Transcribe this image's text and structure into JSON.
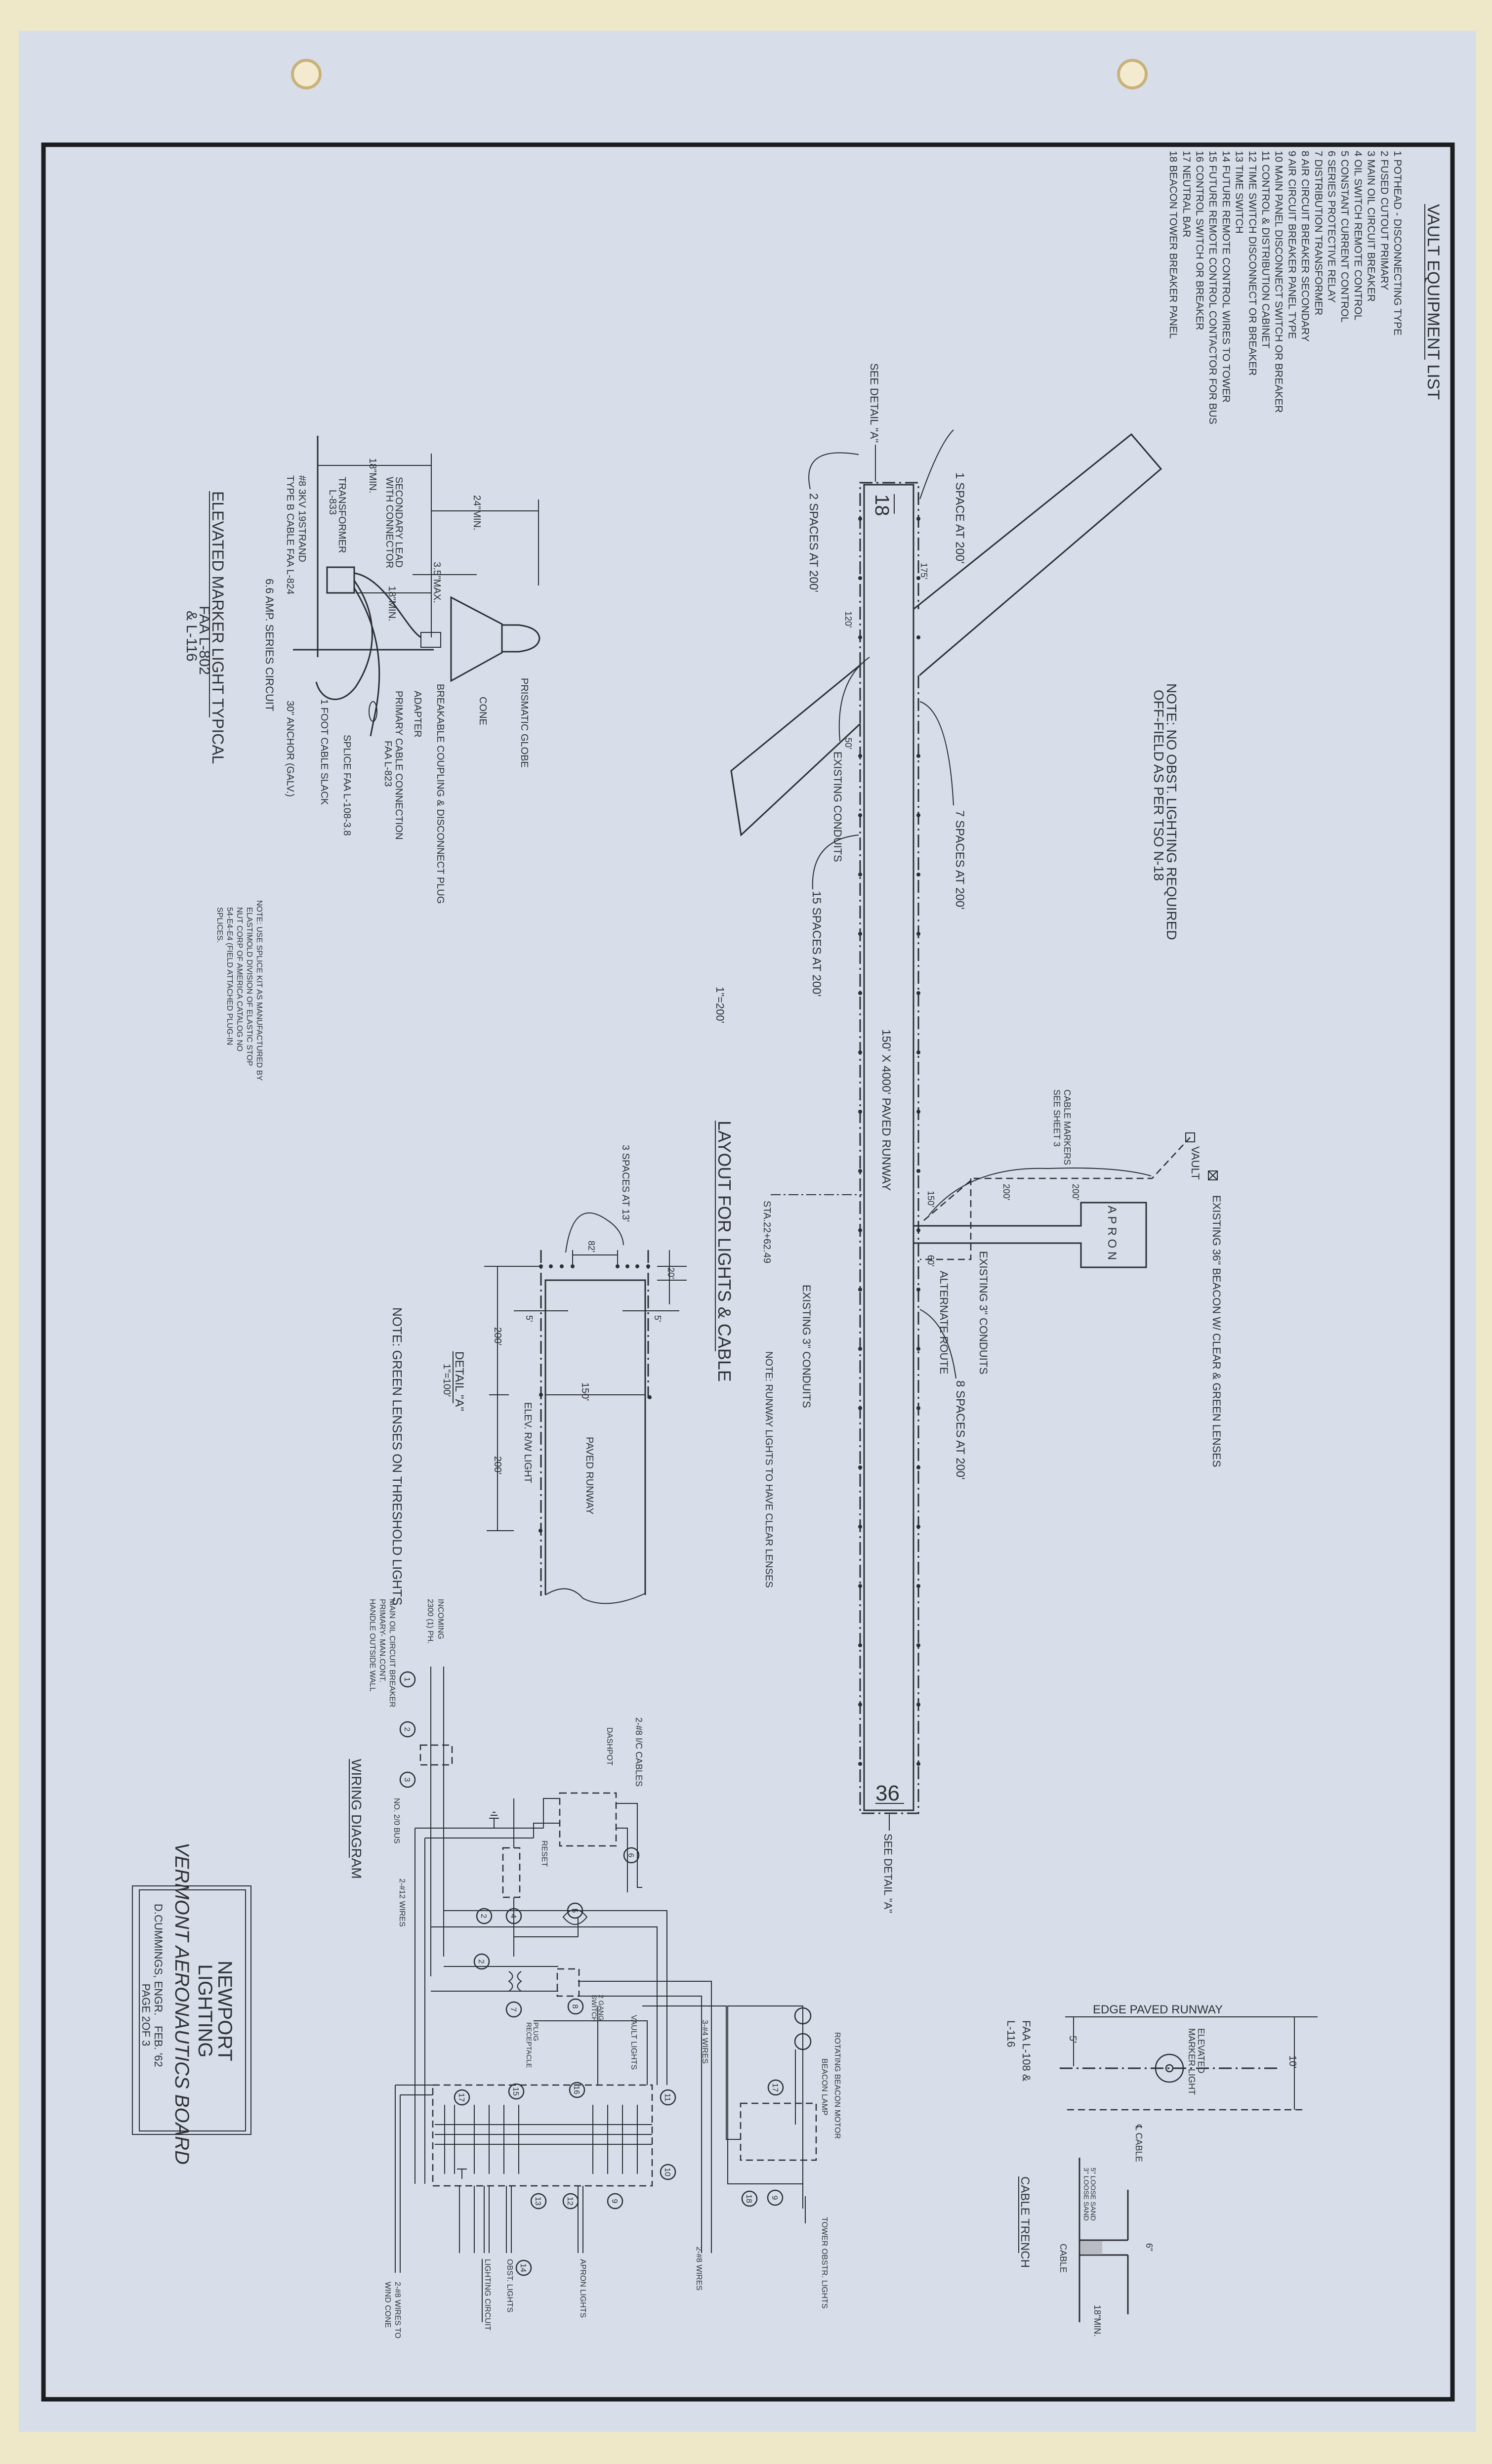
{
  "vault_equipment_list": {
    "title": "VAULT EQUIPMENT LIST",
    "items": [
      "1 POTHEAD - DISCONNECTING TYPE",
      "2 FUSED CUTOUT PRIMARY",
      "3 MAIN OIL CIRCUIT BREAKER",
      "4 OIL SWITCH REMOTE CONTROL",
      "5 CONSTANT CURRENT CONTROL",
      "6 SERIES PROTECTIVE RELAY",
      "7 DISTRIBUTION TRANSFORMER",
      "8 AIR CIRCUIT BREAKER SECONDARY",
      "9 AIR CIRCUIT BREAKER PANEL TYPE",
      "10 MAIN PANEL DISCONNECT SWITCH OR BREAKER",
      "11 CONTROL & DISTRIBUTION CABINET",
      "12 TIME SWITCH DISCONNECT OR BREAKER",
      "13 TIME SWITCH",
      "14 FUTURE REMOTE CONTROL WIRES TO TOWER",
      "15 FUTURE REMOTE CONTROL CONTACTOR FOR BUS",
      "16 CONTROL SWITCH OR BREAKER",
      "17 NEUTRAL BAR",
      "18 BEACON TOWER BREAKER PANEL"
    ]
  },
  "notes": {
    "no_obst_lighting": [
      "NOTE: NO OBST. LIGHTING REQUIRED",
      "OFF-FIELD AS PER TSO N-18"
    ],
    "runway_lights": "NOTE: RUNWAY LIGHTS TO HAVE CLEAR LENSES",
    "green_lenses": "NOTE: GREEN LENSES ON THRESHOLD LIGHTS",
    "splice_kit": [
      "NOTE: USE SPLICE KIT AS MANUFACTURED BY",
      "ELASTIMOLD DIVISION OF ELASTIC STOP",
      "NUT CORP OF AMERICA CATALOG NO",
      "54-E4-E4 (FIELD ATTACHED PLUG-IN",
      "SPLICES."
    ]
  },
  "layout": {
    "title": "LAYOUT FOR LIGHTS & CABLE",
    "scale": "1\"=200'",
    "runway_end_north": "18",
    "runway_end_south": "36",
    "runway": "150' X 4000' PAVED RUNWAY",
    "see_detail_a_top": "SEE DETAIL \"A\"",
    "see_detail_a_bottom": "SEE DETAIL \"A\"",
    "one_space": "1 SPACE AT 200'",
    "two_spaces": "2 SPACES AT 200'",
    "seven_spaces": "7 SPACES AT 200'",
    "fifteen_spaces": "15 SPACES AT 200'",
    "eight_spaces": "8 SPACES AT 200'",
    "dim_175": "175'",
    "dim_120": "120'",
    "dim_50": "50'",
    "existing_conduits": "EXISTING CONDUITS",
    "existing_3in_conduits_runway": "EXISTING 3\" CONDUITS",
    "existing_3in_conduits_apron": "EXISTING 3\" CONDUITS",
    "alternate_route": "ALTERNATE ROUTE",
    "dim_150": "150'",
    "dim_60": "60'",
    "station": "STA.22+62.49",
    "beacon": "EXISTING 36\" BEACON W/ CLEAR & GREEN LENSES",
    "vault": "VAULT",
    "cable_markers": [
      "CABLE MARKERS",
      "SEE SHEET 3"
    ],
    "apron": "A P R O N",
    "dim_200_a": "200'",
    "dim_200_b": "200'"
  },
  "detail_a": {
    "title": "DETAIL \"A\"",
    "scale": "1\"=100'",
    "spaces": "3 SPACES AT 13'",
    "dim_82": "82'",
    "dim_20": "20'",
    "dim_5_left": "5'",
    "dim_5_right": "5'",
    "dim_200_a": "200'",
    "dim_200_b": "200'",
    "dim_150": "150'",
    "elev_light": "ELEV. R/W LIGHT",
    "paved_runway": "PAVED RUNWAY"
  },
  "marker_light": {
    "title": "ELEVATED MARKER LIGHT TYPICAL",
    "spec_1": "FAA L-802",
    "spec_2": "& L-116",
    "prismatic_globe": "PRISMATIC GLOBE",
    "cone": "CONE",
    "breakable_coupling": "BREAKABLE COUPLING & DISCONNECT PLUG",
    "adapter": "ADAPTER",
    "primary_cable": "PRIMARY CABLE CONNECTION",
    "primary_cable_spec": "FAA L-823",
    "splice": "SPLICE FAA L-108-3.8",
    "cable_slack": "1 FOOT CABLE SLACK",
    "anchor": "30\" ANCHOR (GALV.)",
    "series_circuit": "6.6 AMP. SERIES CIRCUIT",
    "cable_1": "#8 3KV 19STRAND",
    "cable_2": "TYPE B CABLE FAA L-824",
    "transformer": "TRANSFORMER",
    "transformer_spec": "L-833",
    "secondary_lead": "SECONDARY LEAD",
    "with_connector": "WITH CONNECTOR",
    "dim_18_min_a": "18\"MIN.",
    "dim_18_min_b": "18\"MIN.",
    "dim_24_min": "24\"MIN.",
    "dim_3_5_max": "3.5\"MAX."
  },
  "wiring": {
    "title": "WIRING DIAGRAM",
    "incoming": [
      "INCOMING",
      "2300 (1) PH."
    ],
    "main_breaker": [
      "MAIN OIL CIRCUIT BREAKER",
      "PRIMARY- MAN.CONT.",
      "HANDLE OUTSIDE WALL"
    ],
    "bus": "NO. 2/0 BUS",
    "wires_12": "2-#12 WIRES",
    "dashpot": "DASHPOT",
    "ic_cables": "2-#8 I/C CABLES",
    "reset": "RESET",
    "vault_lights": "VAULT LIGHTS",
    "gang_switch": [
      "2 GANG",
      "SWITCH"
    ],
    "plug": [
      "PLUG",
      "RECEPTACLE"
    ],
    "wires_4": "3-#4 WIRES",
    "wires_8": "2-#8 WIRES",
    "lighting_circuit": "LIGHTING CIRCUIT",
    "obst_lights": "OBST. LIGHTS",
    "apron_lights": "APRON LIGHTS",
    "wind_cone": [
      "2-#8 WIRES TO",
      "WIND CONE"
    ],
    "rotating_beacon": "ROTATING BEACON MOTOR",
    "beacon_lamp": "BEACON LAMP",
    "tower_lights": "TOWER OBSTR. LIGHTS",
    "callouts": [
      "1",
      "2",
      "3",
      "6",
      "5",
      "4",
      "2",
      "2",
      "7",
      "8",
      "15",
      "16",
      "11",
      "10",
      "9",
      "12",
      "13",
      "17",
      "14",
      "17",
      "9",
      "18"
    ]
  },
  "cable_trench": {
    "spec_1": "FAA L-108 &",
    "spec_2": "L-116",
    "title": "CABLE TRENCH",
    "edge": "EDGE PAVED RUNWAY",
    "dim_5": "5'",
    "dim_10": "10'",
    "marker": [
      "ELEVATED",
      "MARKER LIGHT"
    ],
    "cable_cl": "℄ CABLE",
    "sand_5": "5\" LOOSE SAND",
    "sand_3": "3\" LOOSE SAND",
    "cable": "CABLE",
    "dim_6": "6\"",
    "dim_18": "18\"MIN."
  },
  "title_block": {
    "line_1": "NEWPORT",
    "line_2": "LIGHTING",
    "organization": "VERMONT AERONAUTICS BOARD",
    "engineer": "D.CUMMINGS, ENGR.",
    "date": "FEB. '62",
    "page": "PAGE 2OF 3"
  }
}
